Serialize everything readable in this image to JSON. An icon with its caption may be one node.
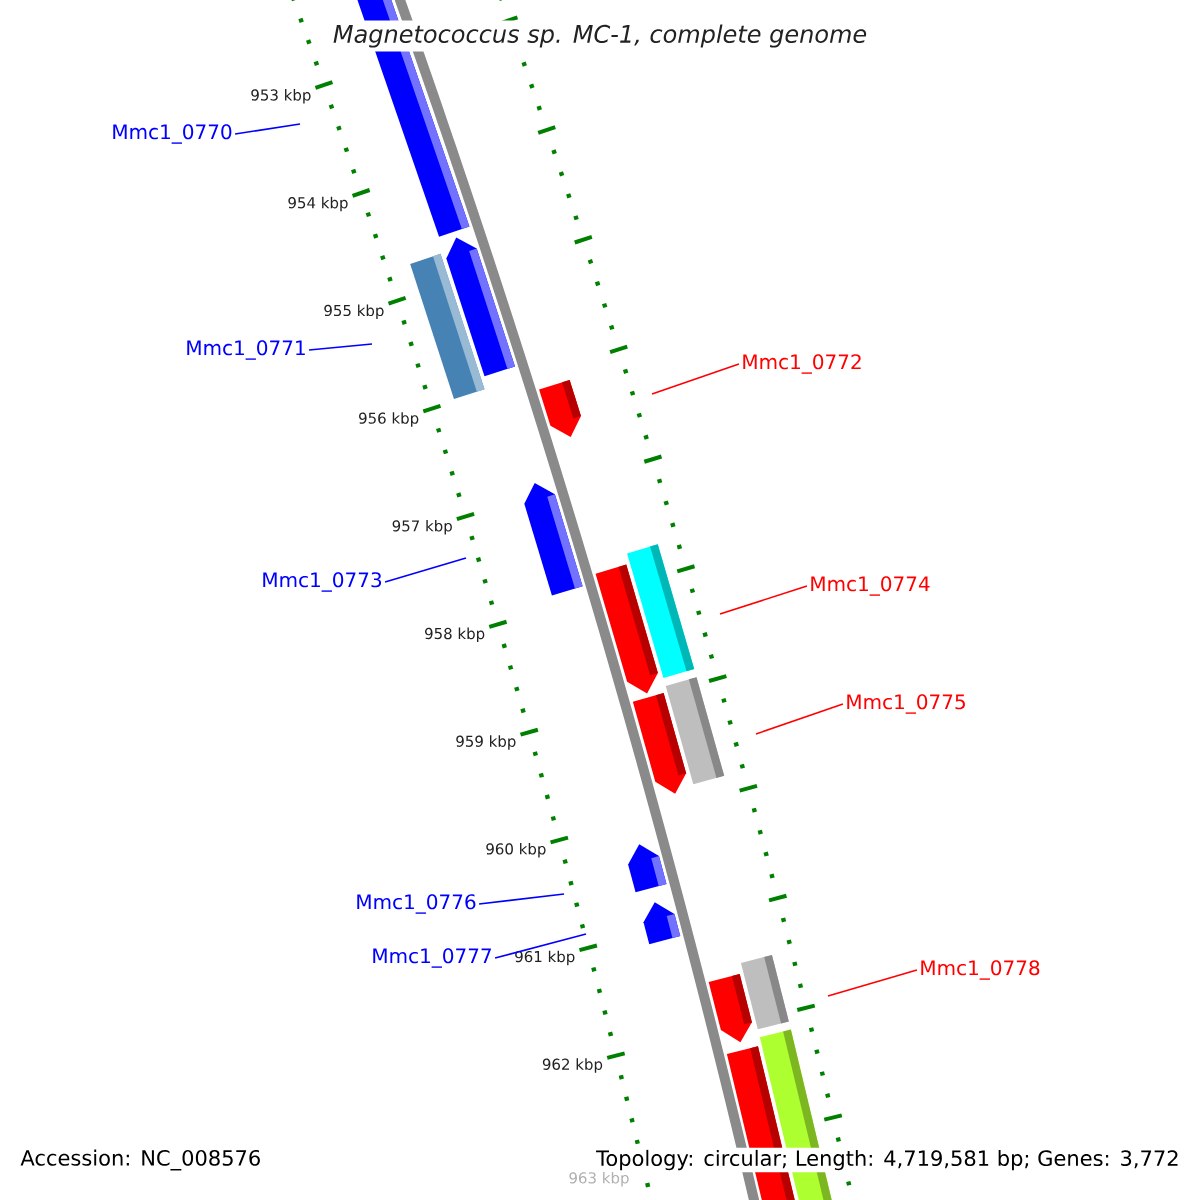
{
  "diagram": {
    "title": "Magnetococcus sp. MC-1, complete genome",
    "nodes": [
      {
        "text": [
          "Mmc1_0770"
        ]
      },
      {
        "text": [
          "Mmc1_0771"
        ]
      },
      {
        "text": [
          "Mmc1_0772"
        ]
      },
      {
        "text": [
          "Mmc1_0773"
        ]
      },
      {
        "text": [
          "Mmc1_0774"
        ]
      },
      {
        "text": [
          "Mmc1_0775"
        ]
      },
      {
        "text": [
          "Mmc1_0776"
        ]
      },
      {
        "text": [
          "Mmc1_0777"
        ]
      },
      {
        "text": [
          "Mmc1_0778"
        ]
      }
    ],
    "edges": [
      {
        "from": 0,
        "to": null,
        "arrow": "none"
      },
      {
        "from": 1,
        "to": null,
        "arrow": "none"
      },
      {
        "from": 2,
        "to": null,
        "arrow": "none",
        "color": "#ff0000"
      },
      {
        "from": 3,
        "to": null,
        "arrow": "none"
      },
      {
        "from": 4,
        "to": null,
        "arrow": "none",
        "color": "#ff0000"
      },
      {
        "from": 5,
        "to": null,
        "arrow": "none",
        "color": "#ff0000"
      },
      {
        "from": 6,
        "to": null,
        "arrow": "none"
      },
      {
        "from": 7,
        "to": null,
        "arrow": "none"
      },
      {
        "from": 8,
        "to": null,
        "arrow": "none",
        "color": "#ff0000"
      }
    ],
    "labels": [
      "953 kbp",
      "954 kbp",
      "955 kbp",
      "956 kbp",
      "957 kbp",
      "958 kbp",
      "959 kbp",
      "960 kbp",
      "961 kbp",
      "962 kbp",
      "Accession: NC_008576",
      "Topology: circular; Length: 4,719,581 bp; Genes: 3,772",
      "963 kbp"
    ]
  }
}
